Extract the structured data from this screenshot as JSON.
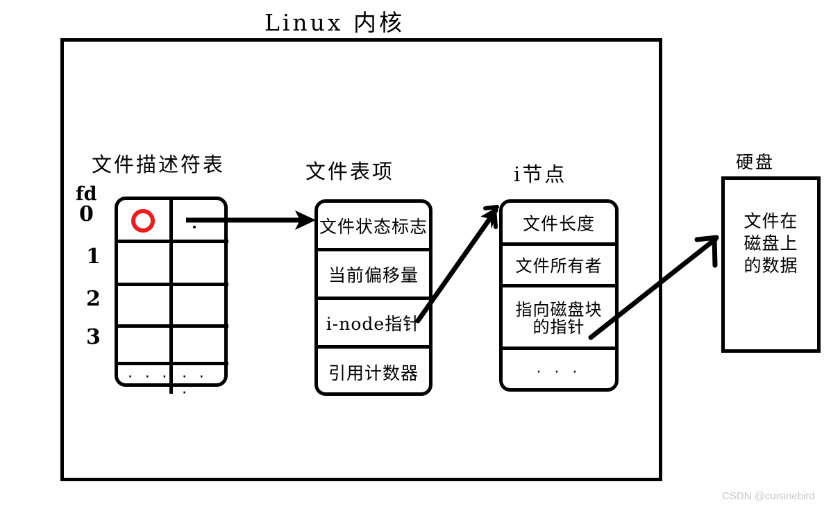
{
  "diagram": {
    "title": "Linux 内核",
    "watermark": "CSDN @cuisinebird"
  },
  "fd_table": {
    "caption": "文件描述符表",
    "index_header": "fd",
    "indices": [
      "0",
      "1",
      "2",
      "3"
    ],
    "rows": [
      {
        "left": "",
        "right": "",
        "marker": "red-circle",
        "pointer": true
      },
      {
        "left": "",
        "right": ""
      },
      {
        "left": "",
        "right": ""
      },
      {
        "left": "",
        "right": ""
      },
      {
        "left": "· · ·",
        "right": "· · ·"
      }
    ],
    "marker_color": "#f01c1c"
  },
  "file_table_entry": {
    "caption": "文件表项",
    "rows": [
      "文件状态标志",
      "当前偏移量",
      "i-node指针",
      "引用计数器"
    ]
  },
  "inode": {
    "caption": "i节点",
    "rows": [
      "文件长度",
      "文件所有者",
      "指向磁盘块\n的指针",
      "· · ·"
    ]
  },
  "disk": {
    "caption": "硬盘",
    "content": "文件在\n磁盘上\n的数据"
  },
  "arrows": [
    {
      "name": "fd-to-file-table",
      "from": "fd_table.row0.pointer",
      "to": "file_table_entry"
    },
    {
      "name": "file-table-to-inode",
      "from": "file_table_entry.i-node指针",
      "to": "inode"
    },
    {
      "name": "inode-to-disk",
      "from": "inode.指向磁盘块的指针",
      "to": "disk"
    }
  ]
}
